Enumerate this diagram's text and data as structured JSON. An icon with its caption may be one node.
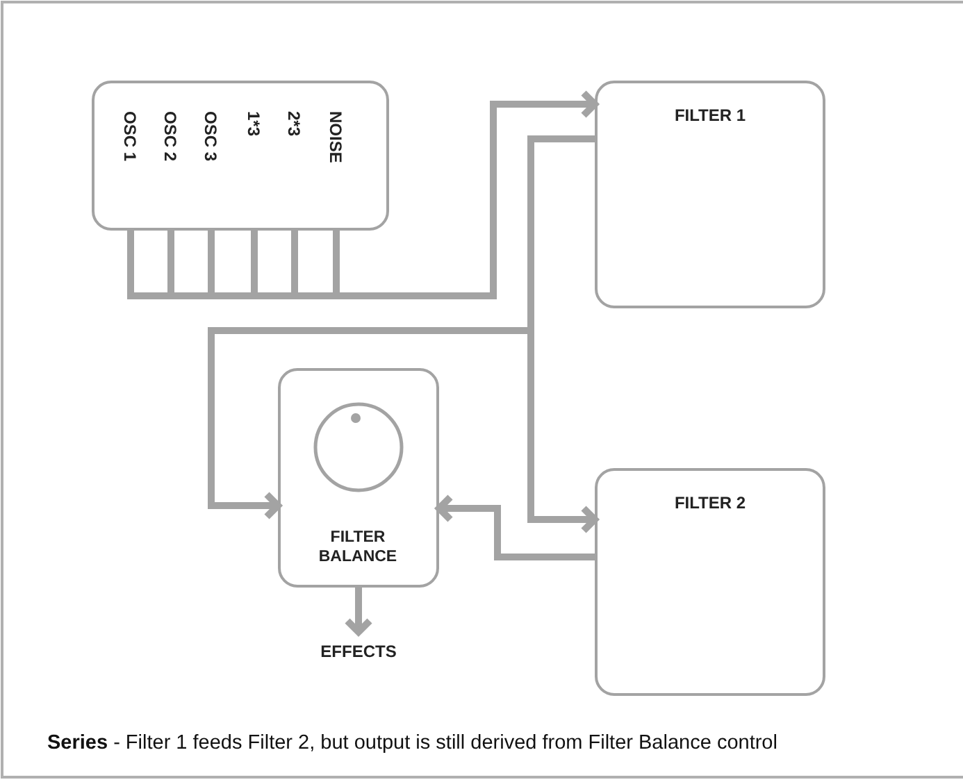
{
  "diagram": {
    "caption": "**Series** - Filter 1 feeds Filter 2, but output is still derived from Filter Balance control",
    "nodes": [
      {
        "text": [
          "OSC 1",
          "OSC 2",
          "OSC 3",
          "1*3",
          "2*3",
          "NOISE"
        ]
      },
      {
        "text": [
          "FILTER 1"
        ]
      },
      {
        "text": [
          "FILTER 2"
        ]
      },
      {
        "text": [
          "FILTER BALANCE"
        ]
      },
      {
        "text": [
          "EFFECTS"
        ]
      }
    ],
    "edges": [
      {
        "from": 0,
        "to": 1,
        "arrow": "to"
      },
      {
        "from": 1,
        "to": 3,
        "arrow": "to"
      },
      {
        "from": 1,
        "to": 2,
        "arrow": "to"
      },
      {
        "from": 2,
        "to": 3,
        "arrow": "to"
      },
      {
        "from": 3,
        "to": 4,
        "arrow": "to"
      }
    ]
  }
}
